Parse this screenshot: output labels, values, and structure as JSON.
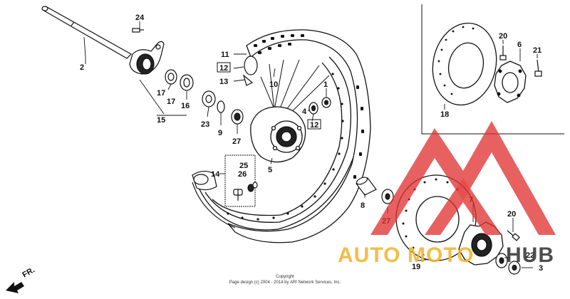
{
  "labels": {
    "p1": "1",
    "p2": "2",
    "p3": "3",
    "p4": "4",
    "p5": "5",
    "p6": "6",
    "p7": "7",
    "p8": "8",
    "p9": "9",
    "p10": "10",
    "p11": "11",
    "p12a": "12",
    "p12b": "12",
    "p13": "13",
    "p14": "14",
    "p15": "15",
    "p16": "16",
    "p17a": "17",
    "p17b": "17",
    "p18": "18",
    "p19": "19",
    "p20a": "20",
    "p20b": "20",
    "p21": "21",
    "p22": "22",
    "p23": "23",
    "p24": "24",
    "p25": "25",
    "p26": "26",
    "p27a": "27",
    "p27b": "27"
  },
  "direction": "FR.",
  "copyright": {
    "line1": "Copyright",
    "line2": "Page design (c) 2004 - 2014 by ARI Network Services, Inc."
  },
  "watermark": {
    "text_a": "AUTO",
    "text_b": "MOTO",
    "text_c": "HUB",
    "colors": {
      "red": "#e03131",
      "gold": "#f2b632",
      "dark": "#3a3a3a"
    }
  },
  "colors": {
    "ink": "#111111",
    "paper": "#ffffff"
  }
}
